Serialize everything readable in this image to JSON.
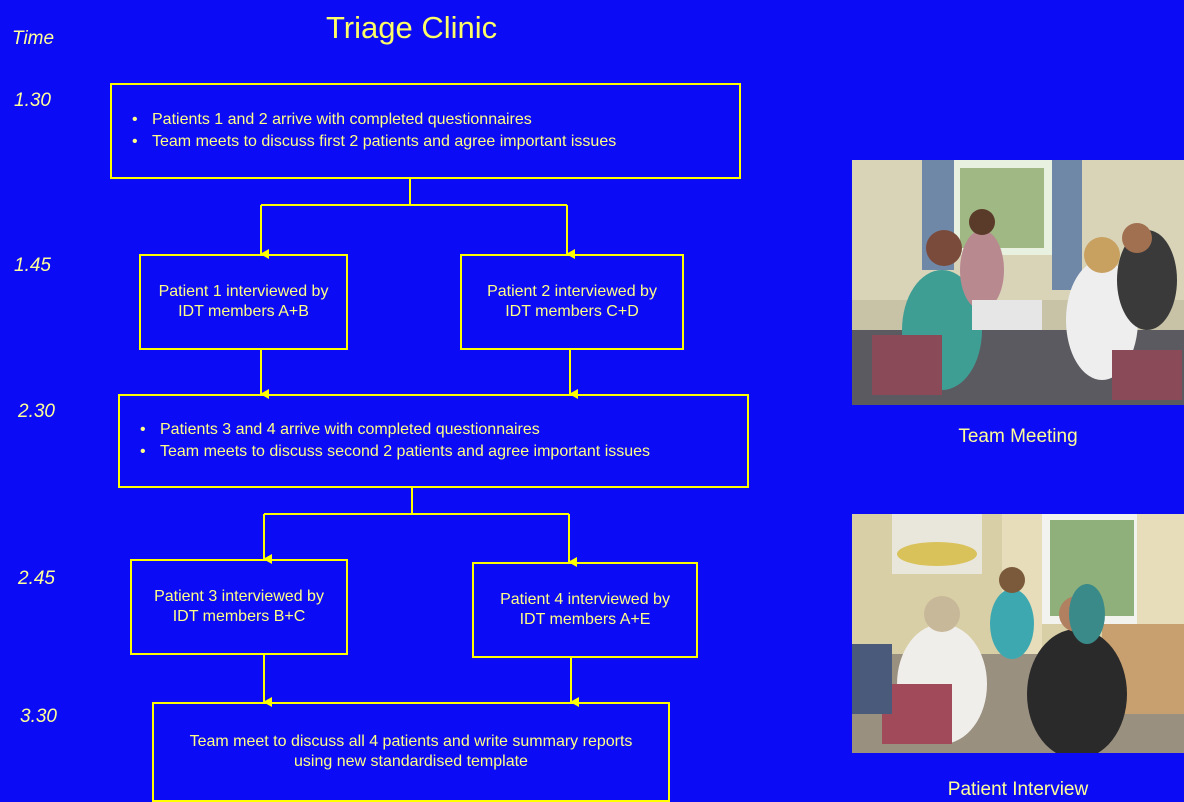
{
  "title": "Triage Clinic",
  "time_header": "Time",
  "times": [
    "1.30",
    "1.45",
    "2.30",
    "2.45",
    "3.30"
  ],
  "boxes": {
    "b1": {
      "bullets": [
        "Patients 1 and 2 arrive with completed questionnaires",
        "Team meets to discuss first 2 patients and agree important issues"
      ]
    },
    "b2a": {
      "line1": "Patient 1 interviewed by",
      "line2": "IDT members A+B"
    },
    "b2b": {
      "line1": "Patient 2 interviewed by",
      "line2": "IDT members C+D"
    },
    "b3": {
      "bullets": [
        "Patients 3 and 4 arrive with completed questionnaires",
        "Team meets to discuss second 2 patients and agree important issues"
      ]
    },
    "b4a": {
      "line1": "Patient 3 interviewed  by",
      "line2": "IDT members B+C"
    },
    "b4b": {
      "line1": "Patient 4 interviewed by",
      "line2": "IDT members A+E"
    },
    "b5": {
      "line1": "Team meet to discuss all 4 patients and write summary reports",
      "line2": "using new standardised template"
    }
  },
  "photos": {
    "team_meeting_caption": "Team Meeting",
    "patient_interview_caption": "Patient Interview"
  },
  "colors": {
    "background": "#0b0bf5",
    "box_border": "#ffff00",
    "text": "#ffff88"
  }
}
